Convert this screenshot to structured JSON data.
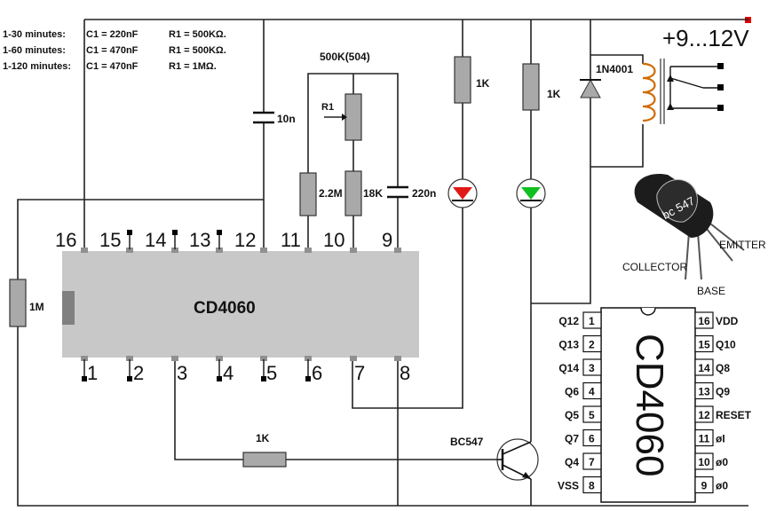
{
  "notes": [
    {
      "range": "1-30 minutes:",
      "c": "C1 = 220nF",
      "r": "R1 = 500KΩ."
    },
    {
      "range": "1-60 minutes:",
      "c": "C1 = 470nF",
      "r": "R1 = 500KΩ."
    },
    {
      "range": "1-120 minutes:",
      "c": "C1 = 470nF",
      "r": "R1 = 1MΩ."
    }
  ],
  "supply_label": "+9...12V",
  "colors": {
    "red_led": "#e01818",
    "green_led": "#10c020",
    "ic_body": "#c8c8c8",
    "resistor": "#a9a9a9",
    "supply_dot": "#e00000"
  },
  "components": {
    "pot": {
      "title": "500K(504)",
      "name": "R1"
    },
    "cap_10n": "10n",
    "res_2m2": "2.2M",
    "res_18k": "18K",
    "cap_220n": "220n",
    "res_1k_a": "1K",
    "res_1k_b": "1K",
    "diode": "1N4001",
    "res_1m": "1M",
    "res_base": "1K",
    "transistor": "BC547"
  },
  "ic_main": {
    "label": "CD4060",
    "top_pins": [
      "16",
      "15",
      "14",
      "13",
      "12",
      "11",
      "10",
      "9"
    ],
    "bottom_pins": [
      "1",
      "2",
      "3",
      "4",
      "5",
      "6",
      "7",
      "8"
    ]
  },
  "bc547_pkg": {
    "marking": "bc 547",
    "collector": "COLLECTOR",
    "emitter": "EMITTER",
    "base": "BASE"
  },
  "pinout": {
    "title": "CD4060",
    "left": [
      {
        "num": "1",
        "name": "Q12"
      },
      {
        "num": "2",
        "name": "Q13"
      },
      {
        "num": "3",
        "name": "Q14"
      },
      {
        "num": "4",
        "name": "Q6"
      },
      {
        "num": "5",
        "name": "Q5"
      },
      {
        "num": "6",
        "name": "Q7"
      },
      {
        "num": "7",
        "name": "Q4"
      },
      {
        "num": "8",
        "name": "VSS"
      }
    ],
    "right": [
      {
        "num": "16",
        "name": "VDD"
      },
      {
        "num": "15",
        "name": "Q10"
      },
      {
        "num": "14",
        "name": "Q8"
      },
      {
        "num": "13",
        "name": "Q9"
      },
      {
        "num": "12",
        "name": "RESET"
      },
      {
        "num": "11",
        "name": "øI"
      },
      {
        "num": "10",
        "name": "ø0"
      },
      {
        "num": "9",
        "name": "ø0"
      }
    ]
  }
}
